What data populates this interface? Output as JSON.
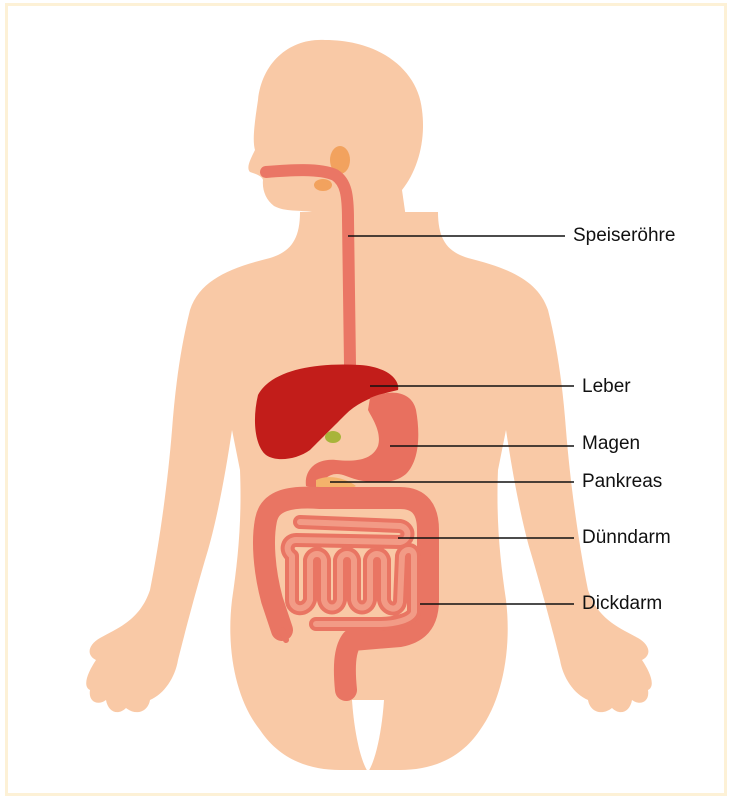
{
  "colors": {
    "body_skin": "#f9c9a6",
    "esophagus": "#ea7665",
    "liver": "#c21d1a",
    "stomach": "#e8705f",
    "pancreas": "#f4b36b",
    "gallbladder": "#a8b43a",
    "thyroid": "#f2a25e",
    "intestine_large": "#e97563",
    "intestine_small": "#f29b86",
    "leader_line": "#111111",
    "frame_border": "#fdf1d6"
  },
  "labels": {
    "esophagus": "Speiseröhre",
    "liver": "Leber",
    "stomach": "Magen",
    "pancreas": "Pankreas",
    "small_intestine": "Dünndarm",
    "large_intestine": "Dickdarm"
  }
}
